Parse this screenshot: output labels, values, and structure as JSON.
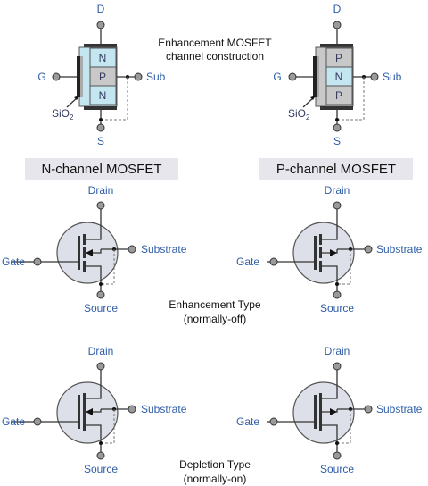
{
  "header": {
    "construction_title_line1": "Enhancement MOSFET",
    "construction_title_line2": "channel construction"
  },
  "panels": {
    "n_channel_title": "N-channel MOSFET",
    "p_channel_title": "P-channel MOSFET"
  },
  "construction": {
    "n": {
      "top": "N",
      "mid": "P",
      "bottom": "N"
    },
    "p": {
      "top": "P",
      "mid": "N",
      "bottom": "P"
    },
    "terminal_d": "D",
    "terminal_g": "G",
    "terminal_sub": "Sub",
    "terminal_s": "S",
    "oxide_label": "SiO",
    "oxide_subscript": "2"
  },
  "terminals": {
    "drain": "Drain",
    "gate": "Gate",
    "substrate": "Substrate",
    "source": "Source"
  },
  "captions": {
    "enhancement_line1": "Enhancement Type",
    "enhancement_line2": "(normally-off)",
    "depletion_line1": "Depletion Type",
    "depletion_line2": "(normally-on)"
  },
  "colors": {
    "n_region": "#c4e6f1",
    "p_region": "#c8c8c8",
    "panel_title_bg": "#e6e6ec",
    "circle_fill": "#dde0e8",
    "label_blue": "#2f5da8"
  }
}
